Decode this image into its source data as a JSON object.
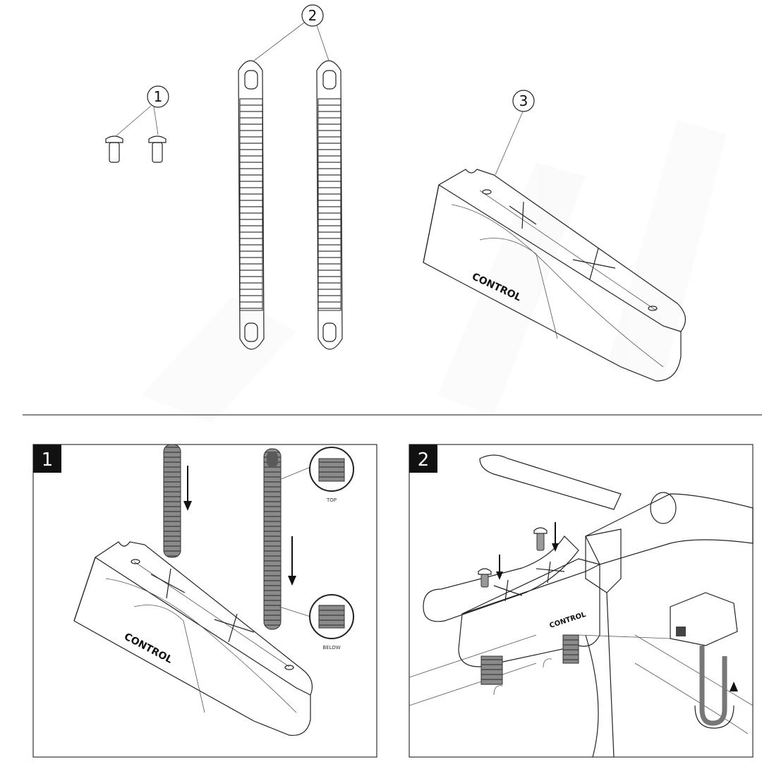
{
  "callouts": [
    "1",
    "2",
    "3"
  ],
  "steps": [
    "1",
    "2"
  ],
  "detail_labels": {
    "top": "TOP",
    "below": "BELOW"
  },
  "brand_text": "CONTROL",
  "colors": {
    "line": "#222222",
    "divider": "#888888",
    "strap_dark": "#777777",
    "step_badge": "#111111",
    "watermark": "#f4f4f4"
  }
}
